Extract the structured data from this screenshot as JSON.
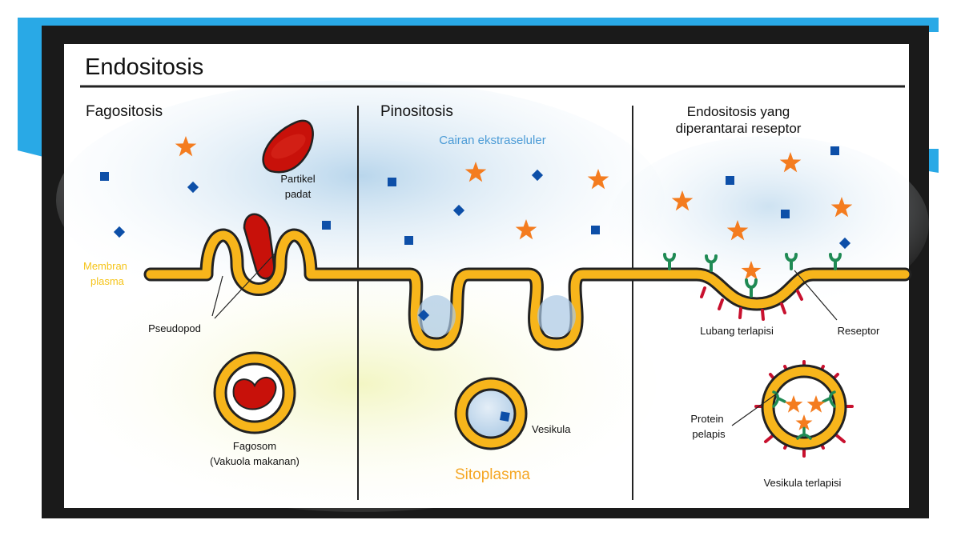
{
  "title": "Endositosis",
  "sections": {
    "phago": "Fagositosis",
    "pino": "Pinositosis",
    "receptor_line1": "Endositosis yang",
    "receptor_line2": "diperantarai reseptor"
  },
  "labels": {
    "membrane_line1": "Membran",
    "membrane_line2": "plasma",
    "particle_line1": "Partikel",
    "particle_line2": "padat",
    "pseudopod": "Pseudopod",
    "phagosome_line1": "Fagosom",
    "phagosome_line2": "(Vakuola makanan)",
    "extracellular": "Cairan ekstraseluler",
    "vesicle": "Vesikula",
    "cytoplasm": "Sitoplasma",
    "coated_pit": "Lubang terlapisi",
    "receptor": "Reseptor",
    "coat_protein_line1": "Protein",
    "coat_protein_line2": "pelapis",
    "coated_vesicle": "Vesikula terlapisi"
  },
  "colors": {
    "membrane_fill": "#f7b51b",
    "membrane_outline": "#222222",
    "particle": "#c8110a",
    "star": "#f47c1f",
    "square": "#0d4fa8",
    "receptor": "#1f8a54",
    "coat_protein": "#c8102e",
    "frame_blue": "#29a9e6",
    "frame_dark": "#1a1a1a",
    "extracellular_label": "#4b9bd6",
    "cytoplasm_label": "#f5a623",
    "membrane_label": "#f5c41a"
  }
}
